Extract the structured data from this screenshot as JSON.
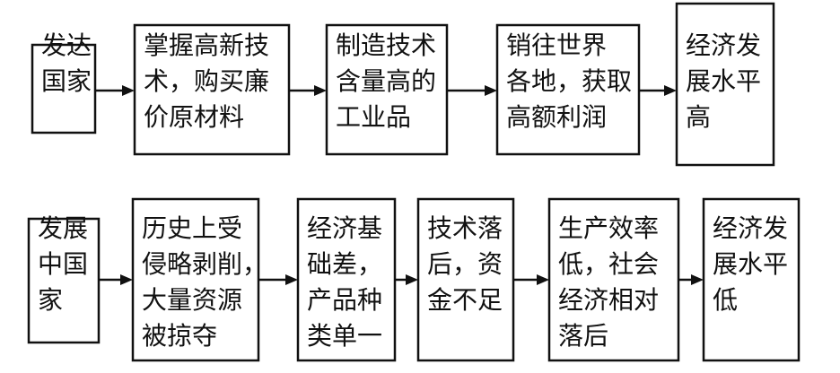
{
  "flows": [
    {
      "nodes": [
        {
          "lines": [
            "发达",
            "国家"
          ]
        },
        {
          "lines": [
            "掌握高新技",
            "术，购买廉",
            "价原材料"
          ]
        },
        {
          "lines": [
            "制造技术",
            "含量高的",
            "工业品"
          ]
        },
        {
          "lines": [
            "销往世界",
            "各地，获取",
            "高额利润"
          ]
        },
        {
          "lines": [
            "经济发",
            "展水平",
            "高"
          ]
        }
      ]
    },
    {
      "nodes": [
        {
          "lines": [
            "发展",
            "中国",
            "家"
          ]
        },
        {
          "lines": [
            "历史上受",
            "侵略剥削，",
            "大量资源",
            "被掠夺"
          ]
        },
        {
          "lines": [
            "经济基",
            "础差，",
            "产品种",
            "类单一"
          ]
        },
        {
          "lines": [
            "技术落",
            "后，资",
            "金不足"
          ]
        },
        {
          "lines": [
            "生产效率",
            "低，社会",
            "经济相对",
            "落后"
          ]
        },
        {
          "lines": [
            "经济发",
            "展水平",
            "低"
          ]
        }
      ]
    }
  ]
}
